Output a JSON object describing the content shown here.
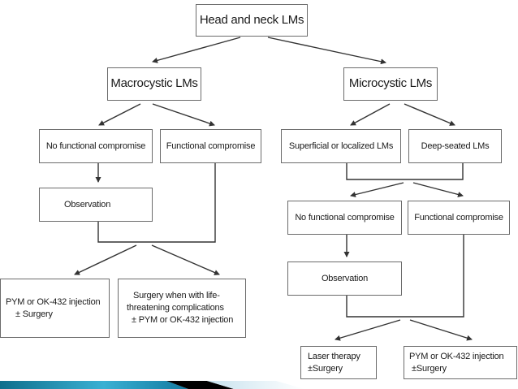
{
  "diagram": {
    "title_node": "Head and neck LMs",
    "macrocystic": {
      "label": "Macrocystic LMs",
      "no_functional": "No functional compromise",
      "functional": "Functional compromise",
      "observation": "Observation",
      "outcome_left": [
        "PYM or OK-432 injection",
        "± Surgery"
      ],
      "outcome_right": [
        "Surgery when with life-",
        "threatening complications",
        "± PYM or OK-432 injection"
      ]
    },
    "microcystic": {
      "label": "Microcystic LMs",
      "superficial": "Superficial or localized LMs",
      "deep": "Deep-seated LMs",
      "no_functional": "No functional compromise",
      "functional": "Functional compromise",
      "observation": "Observation",
      "outcome_left": [
        "Laser therapy",
        "±Surgery"
      ],
      "outcome_right": [
        "PYM or OK-432 injection",
        "±Surgery"
      ]
    }
  },
  "theme": {
    "line_color": "#333333",
    "border_color": "#6b6b6b",
    "footer_blue": "#1a8fb0",
    "footer_light": "#d6eaf2",
    "footer_black": "#000000"
  }
}
